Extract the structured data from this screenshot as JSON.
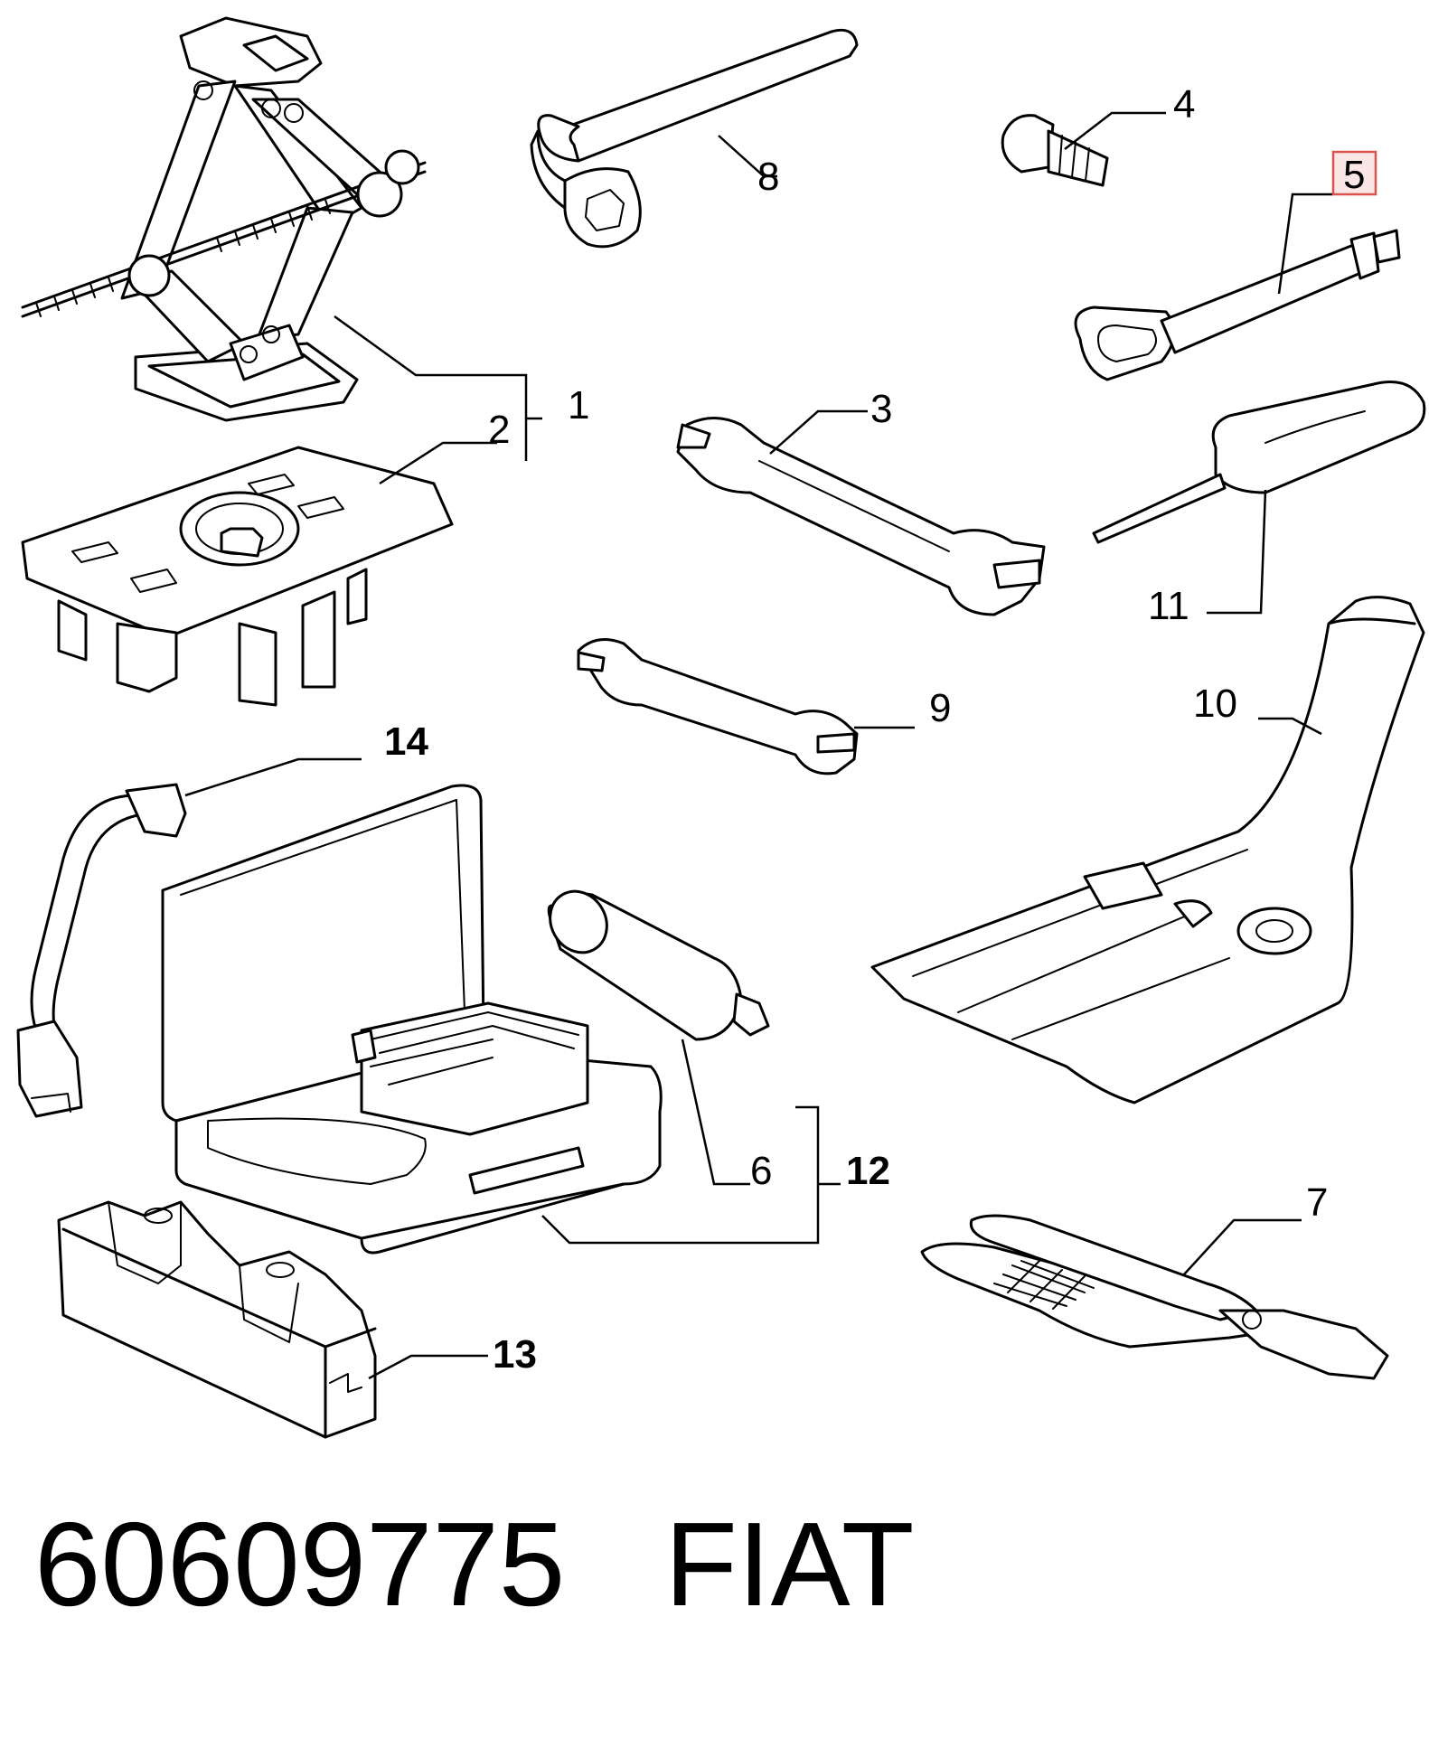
{
  "callouts": [
    {
      "id": "c1",
      "text": "1"
    },
    {
      "id": "c2",
      "text": "2"
    },
    {
      "id": "c3",
      "text": "3"
    },
    {
      "id": "c4",
      "text": "4"
    },
    {
      "id": "c5",
      "text": "5",
      "highlighted": true
    },
    {
      "id": "c6",
      "text": "6"
    },
    {
      "id": "c7",
      "text": "7"
    },
    {
      "id": "c8",
      "text": "8"
    },
    {
      "id": "c9",
      "text": "9"
    },
    {
      "id": "c10",
      "text": "10"
    },
    {
      "id": "c11",
      "text": "11"
    },
    {
      "id": "c12",
      "text": "12"
    },
    {
      "id": "c13",
      "text": "13"
    },
    {
      "id": "c14",
      "text": "14"
    }
  ],
  "caption": {
    "part_number": "60609775",
    "brand": "FIAT"
  },
  "colors": {
    "ink": "#000000",
    "highlight_border": "#d9534f",
    "highlight_fill": "#fbe6e6"
  }
}
